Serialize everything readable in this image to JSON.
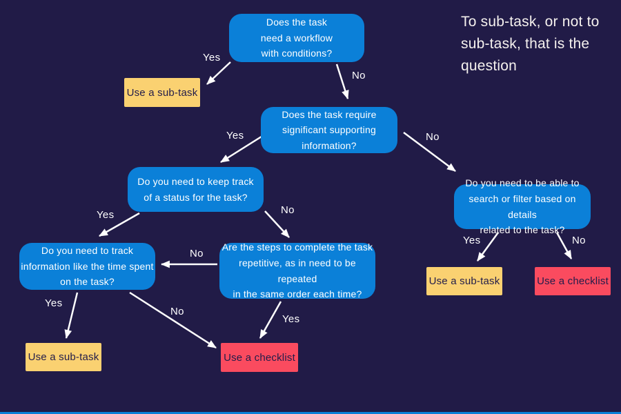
{
  "title": "To sub-task, or not to\nsub-task, that is the\nquestion",
  "colors": {
    "background": "#211B47",
    "decision_node": "#0B80D8",
    "subtask_node": "#FAD171",
    "checklist_node": "#FA4B5F",
    "arrow": "#FFFFFF",
    "light_text": "#FFFFFF",
    "dark_text": "#221C4A"
  },
  "nodes": {
    "workflow": "Does the task\nneed a workflow\nwith conditions?",
    "supporting": "Does the task require\nsignificant supporting\ninformation?",
    "status": "Do you need to keep track\nof a status for the task?",
    "track": "Do you need to track\ninformation like the time spent\non the task?",
    "repetitive": "Are the steps to complete the task\nrepetitive, as in need to be repeated\nin the same order each time?",
    "search": "Do you need to be able to\nsearch or filter based on details\nrelated to the task?"
  },
  "results": {
    "subtask_top": "Use a sub-task",
    "subtask_left": "Use a sub-task",
    "subtask_right": "Use a sub-task",
    "checklist_center": "Use a checklist",
    "checklist_right": "Use a checklist"
  },
  "edge_labels": {
    "workflow_yes": "Yes",
    "workflow_no": "No",
    "supporting_yes": "Yes",
    "supporting_no": "No",
    "status_yes": "Yes",
    "status_no": "No",
    "repetitive_no": "No",
    "track_yes": "Yes",
    "track_no": "No",
    "repetitive_yes": "Yes",
    "search_yes": "Yes",
    "search_no": "No"
  }
}
